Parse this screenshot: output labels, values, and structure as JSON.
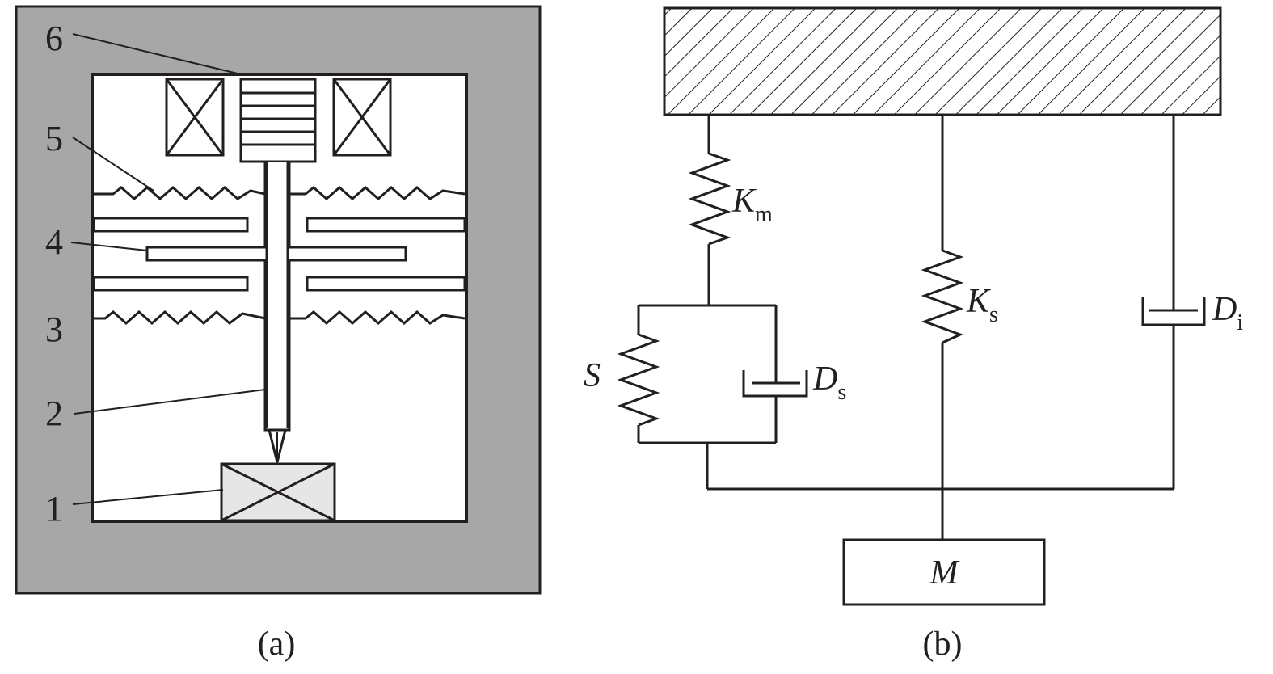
{
  "figure_a": {
    "caption": "(a)",
    "part_numbers": [
      "1",
      "2",
      "3",
      "4",
      "5",
      "6"
    ]
  },
  "figure_b": {
    "caption": "(b)",
    "symbols": {
      "km": {
        "main": "K",
        "sub": "m"
      },
      "ks": {
        "main": "K",
        "sub": "s"
      },
      "di": {
        "main": "D",
        "sub": "i"
      },
      "ds": {
        "main": "D",
        "sub": "s"
      },
      "s": {
        "main": "S"
      },
      "m": {
        "main": "M"
      }
    }
  },
  "colors": {
    "ink": "#231f20",
    "housing_gray": "#a7a7a7",
    "mass_fill": "#e6e6e6",
    "background": "#ffffff"
  }
}
